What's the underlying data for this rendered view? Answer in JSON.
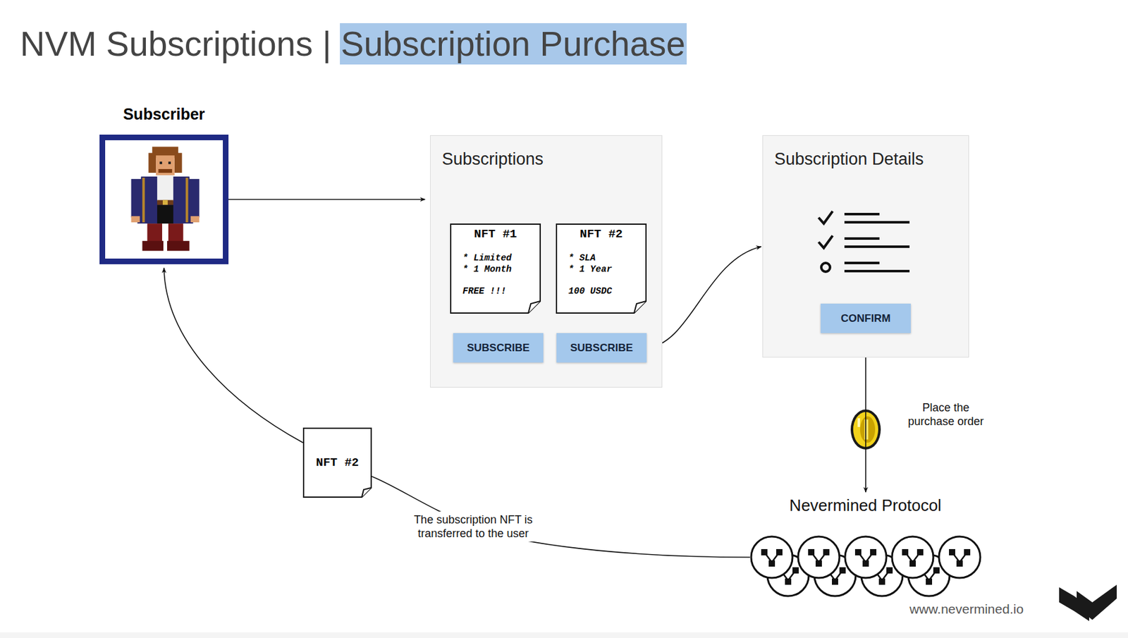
{
  "diagram": {
    "title": "NVM Subscriptions | Subscription Purchase",
    "nodes": [
      {
        "text": [
          "Subscriber"
        ]
      },
      {
        "text": [
          "Subscriptions"
        ]
      },
      {
        "text": [
          "NFT #1",
          "* Limited",
          "* 1 Month",
          "FREE !!!"
        ],
        "in": 1
      },
      {
        "text": [
          "NFT #2",
          "* SLA",
          "* 1 Year",
          "100 USDC"
        ],
        "in": 1
      },
      {
        "text": [
          "SUBSCRIBE"
        ],
        "in": 1
      },
      {
        "text": [
          "SUBSCRIBE"
        ],
        "in": 1
      },
      {
        "text": [
          "Subscription Details"
        ]
      },
      {
        "text": [
          "CONFIRM"
        ],
        "in": 6
      },
      {
        "text": [
          "NFT #2"
        ]
      },
      {
        "text": [
          "Nevermined Protocol"
        ]
      }
    ],
    "edges": [
      {
        "from": 0,
        "to": 1,
        "arrow": "to"
      },
      {
        "from": 5,
        "to": 6,
        "arrow": "to"
      },
      {
        "from": 7,
        "to": 9,
        "label": "Place the purchase order",
        "arrow": "to"
      },
      {
        "from": 9,
        "to": 8,
        "label": "The subscription NFT is transferred to the user",
        "arrow": "none"
      },
      {
        "from": 8,
        "to": 0,
        "arrow": "to"
      }
    ],
    "labels": [
      "www.nevermined.io"
    ]
  }
}
